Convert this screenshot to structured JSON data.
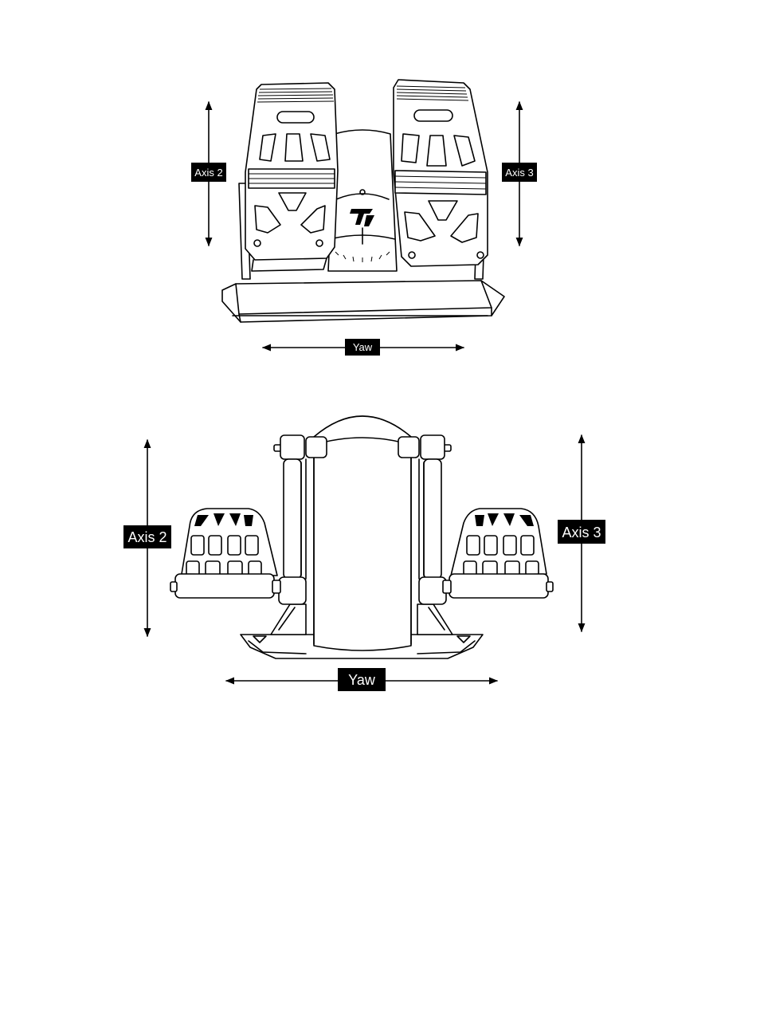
{
  "top_view": {
    "axis_left": "Axis 2",
    "axis_right": "Axis 3",
    "axis_bottom": "Yaw"
  },
  "side_view": {
    "axis_left": "Axis 2",
    "axis_right": "Axis 3",
    "axis_bottom": "Yaw"
  },
  "colors": {
    "label_background": "#000000",
    "label_text": "#ffffff",
    "line": "#000000",
    "background": "#ffffff"
  }
}
